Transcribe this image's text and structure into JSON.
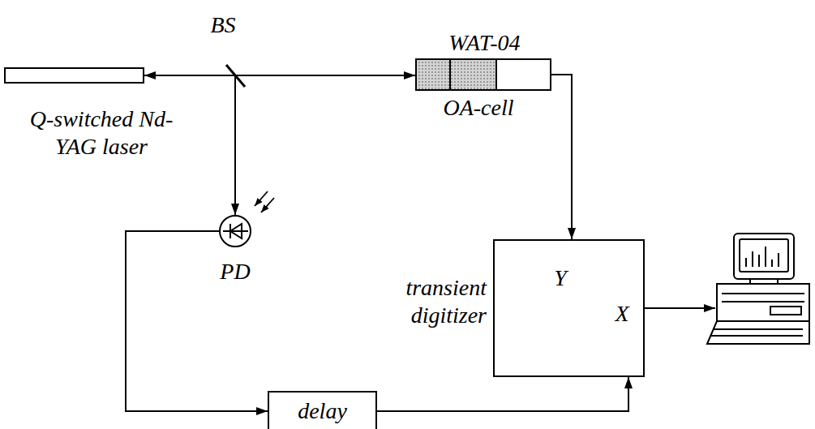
{
  "diagram": {
    "nodes": [
      {
        "text": [
          "Q-switched Nd-YAG laser"
        ]
      },
      {
        "text": [
          "WAT-04",
          "OA-cell"
        ]
      },
      {
        "text": [
          "PD"
        ]
      },
      {
        "text": [
          "transient digitizer",
          "Y",
          "X"
        ]
      },
      {
        "text": [
          "delay"
        ]
      }
    ],
    "edges": [
      {
        "from": 0,
        "to": 1,
        "arrow": "both"
      },
      {
        "from": 0,
        "to": 2,
        "arrow": "to"
      },
      {
        "from": 1,
        "to": 3,
        "arrow": "to"
      },
      {
        "from": 2,
        "to": 4,
        "arrow": "to"
      },
      {
        "from": 4,
        "to": 3,
        "arrow": "to"
      }
    ],
    "labels": [
      "BS"
    ]
  }
}
